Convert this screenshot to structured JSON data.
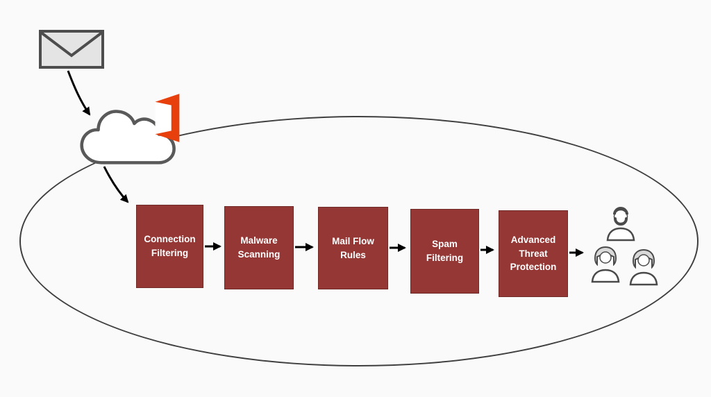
{
  "steps": [
    {
      "label": "Connection Filtering"
    },
    {
      "label": "Malware Scanning"
    },
    {
      "label": "Mail Flow Rules"
    },
    {
      "label": "Spam Filtering"
    },
    {
      "label": "Advanced Threat Protection"
    }
  ],
  "icons": {
    "envelope": "envelope-icon",
    "cloud": "office365-cloud-icon",
    "office_logo": "office-logo-icon",
    "users": [
      "user-male-bearded-icon",
      "user-female-icon",
      "user-female-icon-2"
    ]
  },
  "colors": {
    "step_box": "#953735",
    "step_text": "#ffffff",
    "office_orange": "#e8400c",
    "outline_gray": "#595959",
    "arrow_black": "#000000",
    "background": "#fbfafa"
  }
}
